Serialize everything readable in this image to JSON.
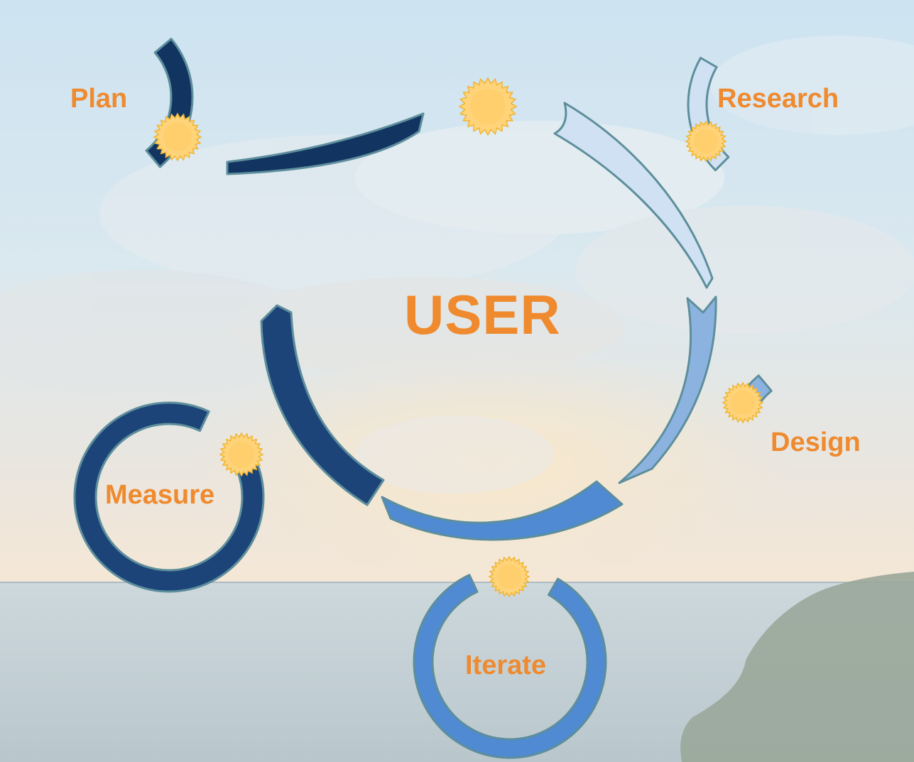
{
  "diagram": {
    "center_label": "USER",
    "phases": [
      {
        "id": "plan",
        "label": "Plan"
      },
      {
        "id": "research",
        "label": "Research"
      },
      {
        "id": "design",
        "label": "Design"
      },
      {
        "id": "iterate",
        "label": "Iterate"
      },
      {
        "id": "measure",
        "label": "Measure"
      }
    ]
  },
  "colors": {
    "label_orange": "#ef8a2e",
    "plan_navy": "#123461",
    "measure_navy": "#1c4478",
    "research_pale": "#cfe1f2",
    "design_blue": "#8cb3e0",
    "iterate_blue": "#4f8ad2",
    "outline_teal": "#5d8e9c",
    "sun_fill": "#ffd37a",
    "sun_edge": "#f0b530"
  }
}
